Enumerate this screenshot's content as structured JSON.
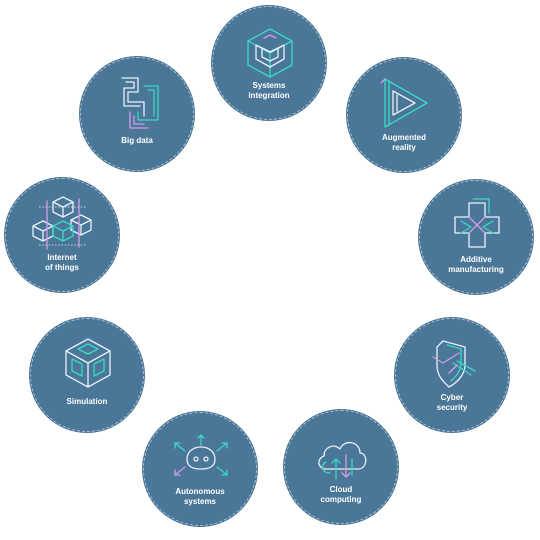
{
  "nodes": [
    {
      "label": "Systems\nintegration",
      "icon": "systems-integration-icon"
    },
    {
      "label": "Augmented\nreality",
      "icon": "augmented-reality-icon"
    },
    {
      "label": "Additive\nmanufacturing",
      "icon": "additive-manufacturing-icon"
    },
    {
      "label": "Cyber\nsecurity",
      "icon": "cyber-security-icon"
    },
    {
      "label": "Cloud\ncomputing",
      "icon": "cloud-computing-icon"
    },
    {
      "label": "Autonomous\nsystems",
      "icon": "autonomous-systems-icon"
    },
    {
      "label": "Simulation",
      "icon": "simulation-icon"
    },
    {
      "label": "Internet\nof things",
      "icon": "internet-of-things-icon"
    },
    {
      "label": "Big data",
      "icon": "big-data-icon"
    }
  ],
  "colors": {
    "circle_fill": "#4a7698",
    "accent_teal": "#3ad9c6",
    "accent_violet": "#d49be8",
    "label_text": "#ffffff"
  }
}
